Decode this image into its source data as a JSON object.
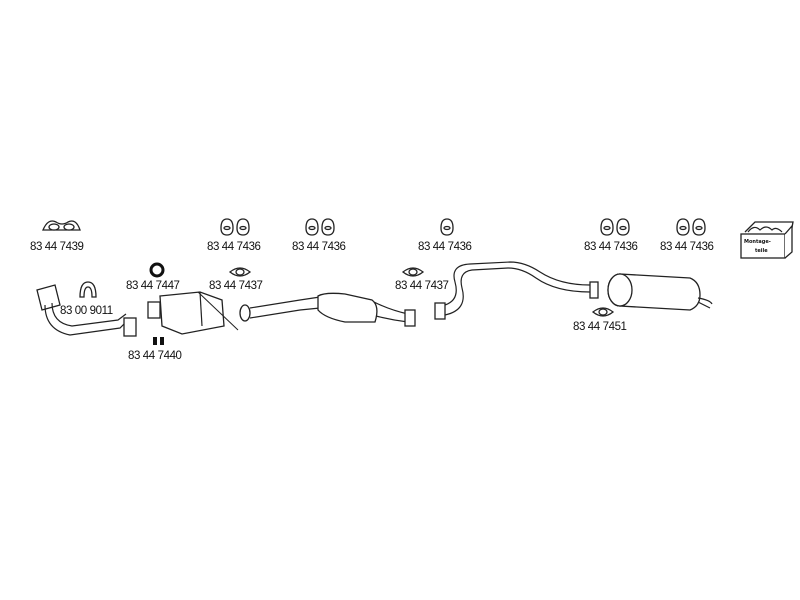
{
  "diagram": {
    "title": "",
    "parts": [
      {
        "id": "gasket-manifold",
        "number": "83 44 7439"
      },
      {
        "id": "hanger-pair-1",
        "number": "83 44 7436"
      },
      {
        "id": "hanger-pair-2",
        "number": "83 44 7436"
      },
      {
        "id": "hanger-single",
        "number": "83 44 7436"
      },
      {
        "id": "hanger-pair-3",
        "number": "83 44 7436"
      },
      {
        "id": "hanger-pair-4",
        "number": "83 44 7436"
      },
      {
        "id": "ring-gasket",
        "number": "83 44 7447"
      },
      {
        "id": "flange-gasket-1",
        "number": "83 44 7437"
      },
      {
        "id": "flange-gasket-2",
        "number": "83 44 7437"
      },
      {
        "id": "clamp",
        "number": "83 00 9011"
      },
      {
        "id": "bolts",
        "number": "83 44 7440"
      },
      {
        "id": "flange-gasket-rear",
        "number": "83 44 7451"
      }
    ],
    "mounting_kit_label": [
      "Montage-",
      "teile"
    ]
  }
}
